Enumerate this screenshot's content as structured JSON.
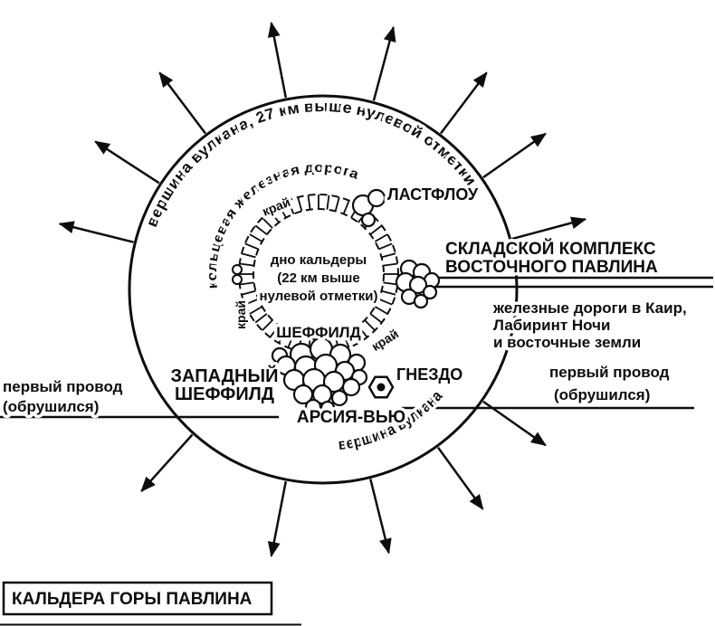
{
  "map": {
    "title": "КАЛЬДЕРА ГОРЫ ПАВЛИНА",
    "summit_label_top": "вершина вулкана, 27 км выше нулевой отметки",
    "summit_label_bottom": "вершина вулкана",
    "ring_railroad_label": "кольцевая железная дорога",
    "rim_labels": [
      "край",
      "край",
      "край"
    ],
    "caldera_floor": [
      "дно кальдеры",
      "(22 км выше",
      "нулевой отметки)"
    ],
    "sheffield": "ШЕФФИЛД",
    "lastflow": "ЛАСТФЛОУ",
    "warehouse": [
      "СКЛАДСКОЙ КОМПЛЕКС",
      "ВОСТОЧНОГО ПАВЛИНА"
    ],
    "railways_east": [
      "железные дороги в Каир,",
      "Лабиринт Ночи",
      "и восточные земли"
    ],
    "west_sheffield": [
      "ЗАПАДНЫЙ",
      "ШЕФФИЛД"
    ],
    "nest": "ГНЕЗДО",
    "arsia_view": "АРСИЯ-ВЬЮ",
    "cable_left": [
      "первый провод",
      "(обрушился)"
    ],
    "cable_right": [
      "первый провод",
      "(обрушился)"
    ],
    "colors": {
      "ink": "#0d0d0d",
      "paper": "#ffffff"
    }
  }
}
